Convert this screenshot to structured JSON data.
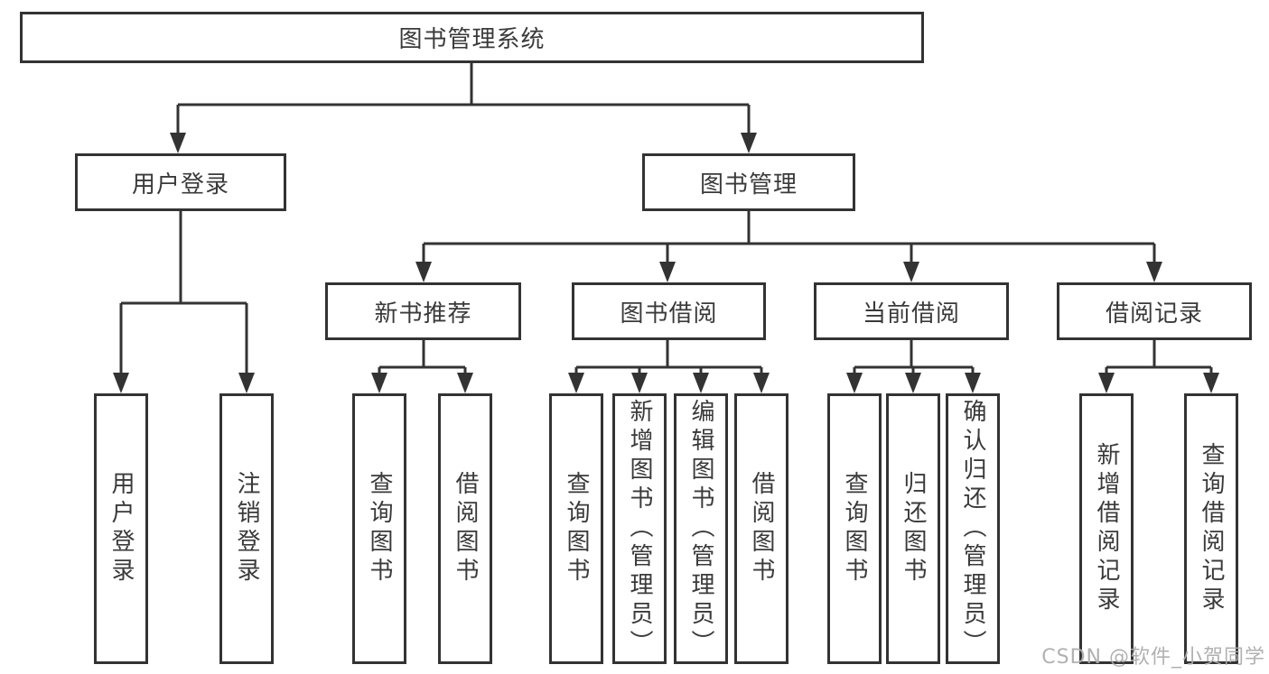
{
  "diagram": {
    "root": "图书管理系统",
    "user_branch": {
      "label": "用户登录",
      "children": [
        "用户登录",
        "注销登录"
      ]
    },
    "book_branch": {
      "label": "图书管理",
      "groups": [
        {
          "label": "新书推荐",
          "children": [
            "查询图书",
            "借阅图书"
          ]
        },
        {
          "label": "图书借阅",
          "children": [
            "查询图书",
            "新增图书（管理员）",
            "编辑图书（管理员）",
            "借阅图书"
          ]
        },
        {
          "label": "当前借阅",
          "children": [
            "查询图书",
            "归还图书",
            "确认归还（管理员）"
          ]
        },
        {
          "label": "借阅记录",
          "children": [
            "新增借阅记录",
            "查询借阅记录"
          ]
        }
      ]
    }
  },
  "watermark": "CSDN @软件_小贺同学",
  "colors": {
    "line": "#333333",
    "text": "#3a3a3a",
    "box_background": "#ffffff",
    "watermark": "#adadad",
    "background": "#ffffff"
  }
}
